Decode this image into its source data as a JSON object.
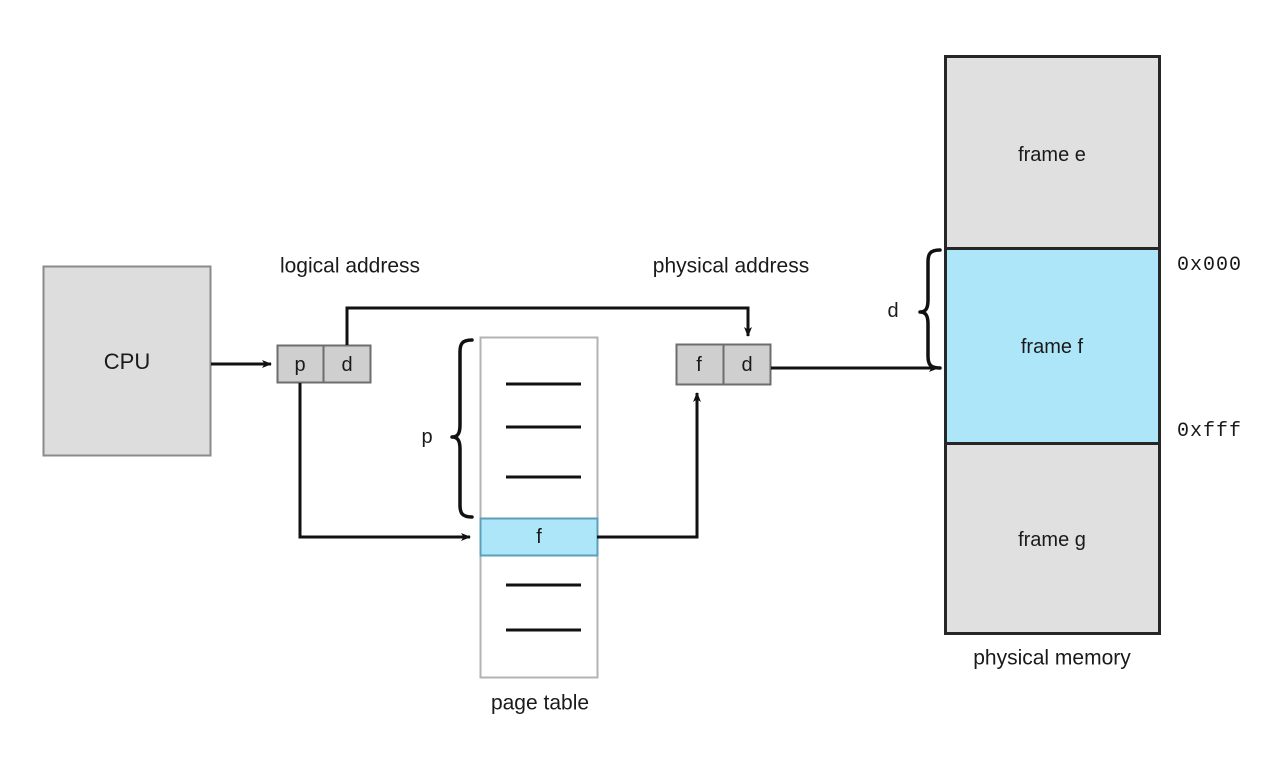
{
  "diagram": {
    "title": "paging-address-translation",
    "colors": {
      "box_gray_fill": "#dddddd",
      "box_gray_stroke": "#8a8a8a",
      "cell_gray_fill": "#cfcfcf",
      "cell_gray_stroke": "#6d6d6d",
      "highlight_blue_fill": "#ade6f9",
      "highlight_blue_stroke": "#5d9fba",
      "memory_fill": "#e0e0e0",
      "memory_stroke": "#262626",
      "line_color": "#111111",
      "page_table_fill": "#ffffff",
      "page_table_stroke": "#b3b3b3",
      "text_color": "#1a1a1a",
      "background": "#ffffff"
    }
  },
  "cpu": {
    "label": "CPU"
  },
  "logical_address": {
    "caption": "logical address",
    "cells": [
      {
        "label": "p"
      },
      {
        "label": "d"
      }
    ]
  },
  "physical_address": {
    "caption": "physical address",
    "cells": [
      {
        "label": "f"
      },
      {
        "label": "d"
      }
    ]
  },
  "page_table": {
    "caption": "page table",
    "index_brace_label": "p",
    "rows": [
      {
        "label": "",
        "highlight": false
      },
      {
        "label": "",
        "highlight": false
      },
      {
        "label": "",
        "highlight": false
      },
      {
        "label": "f",
        "highlight": true
      },
      {
        "label": "",
        "highlight": false
      },
      {
        "label": "",
        "highlight": false
      }
    ]
  },
  "physical_memory": {
    "caption": "physical memory",
    "offset_brace_label": "d",
    "frames": [
      {
        "label": "frame e",
        "highlight": false
      },
      {
        "label": "frame f",
        "highlight": true
      },
      {
        "label": "frame g",
        "highlight": false
      }
    ],
    "address_markers": [
      {
        "label": "0x000"
      },
      {
        "label": "0xfff"
      }
    ]
  }
}
